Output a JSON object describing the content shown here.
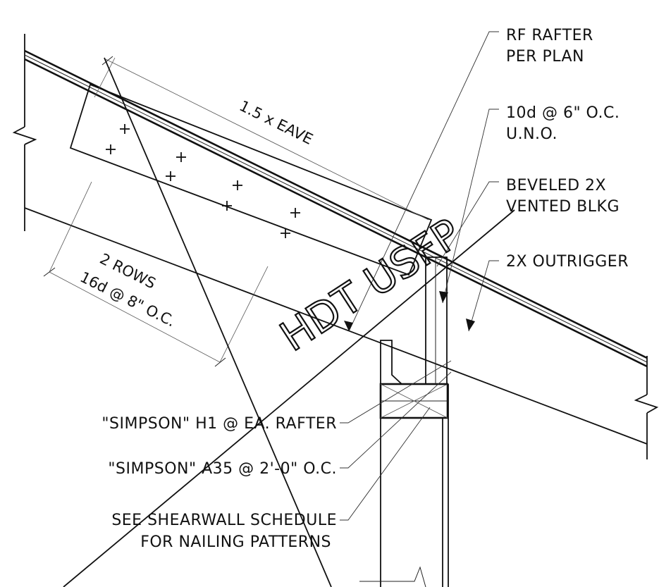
{
  "notes": {
    "rf_rafter_line1": "RF RAFTER",
    "rf_rafter_line2": "PER PLAN",
    "nailing_line1": "10d @ 6\" O.C.",
    "nailing_line2": "U.N.O.",
    "beveled_line1": "BEVELED 2X",
    "beveled_line2": "VENTED BLKG",
    "outrigger": "2X OUTRIGGER",
    "h1_clip": "\"SIMPSON\" H1 @ EA. RAFTER",
    "a35_clip": "\"SIMPSON\" A35 @ 2'-0\" O.C.",
    "shearwall_line1": "SEE SHEARWALL SCHEDULE",
    "shearwall_line2": "FOR NAILING PATTERNS"
  },
  "dimensions": {
    "eave": "1.5 x EAVE",
    "rows_line1": "2 ROWS",
    "rows_line2": "16d @ 8\" O.C."
  },
  "handwritten": {
    "markup": "HDT USFP"
  }
}
